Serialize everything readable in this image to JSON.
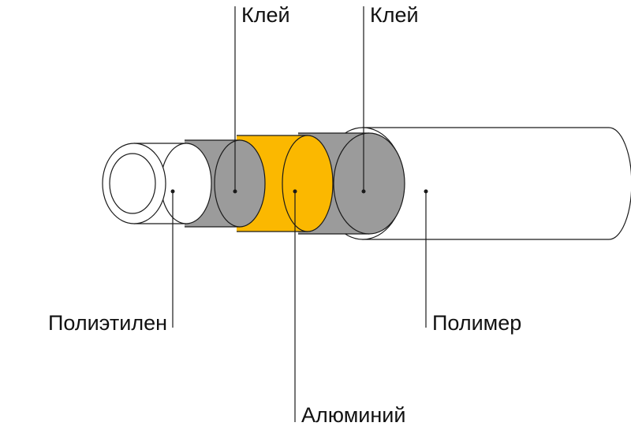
{
  "labels": {
    "glue_left": "Клей",
    "glue_right": "Клей",
    "polyethylene": "Полиэтилен",
    "polymer": "Полимер",
    "aluminum": "Алюминий"
  },
  "colors": {
    "polymer": "#ffffff",
    "glue": "#9b9b9b",
    "aluminum": "#fbb800",
    "polyethylene": "#ffffff",
    "outline": "#1a1a1a"
  }
}
